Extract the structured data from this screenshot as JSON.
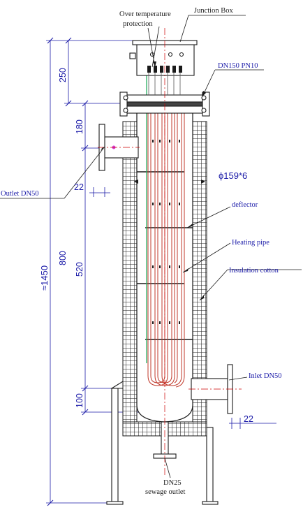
{
  "labels": {
    "over_temp_line1": "Over temperature",
    "over_temp_line2": "protection",
    "junction_box": "Junction Box",
    "flange_spec": "DN150 PN10",
    "outlet": "Outlet DN50",
    "diameter": "ϕ159*6",
    "deflector": "deflector",
    "heating_pipe": "Heating pipe",
    "insulation": "Insulation cotton",
    "inlet": "Inlet DN50",
    "drain_size": "DN25",
    "drain_name": "sewage outlet"
  },
  "dimensions": {
    "top_height": "250",
    "overall_height": "≈1450",
    "outlet_offset": "180",
    "outlet_stub": "22",
    "body_length": "800",
    "nozzle_spacing": "520",
    "inlet_offset": "100",
    "inlet_stub": "22"
  },
  "colors": {
    "outline": "#1a1a1a",
    "dimension": "#1a1aa8",
    "heating_pipe": "#c0392b",
    "sensor_lead": "#27ae60",
    "center_mark": "#cc0000"
  }
}
